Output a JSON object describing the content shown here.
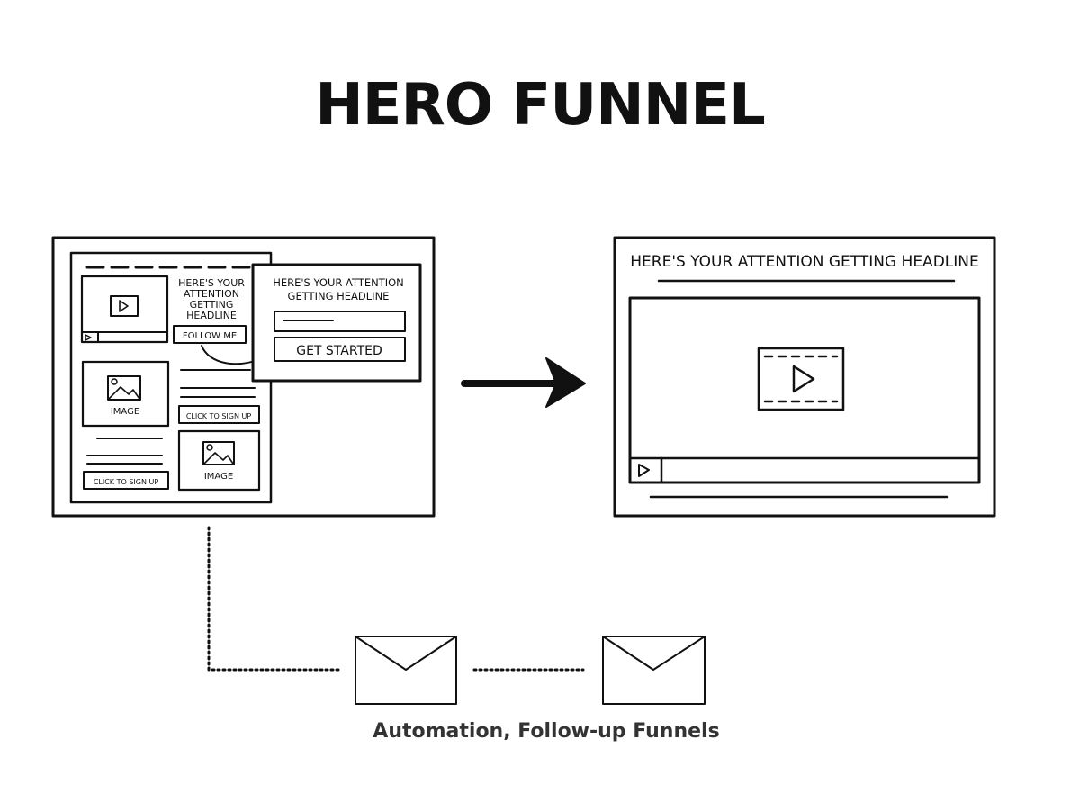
{
  "title": "HERO FUNNEL",
  "caption": "Automation, Follow-up Funnels",
  "source_page": {
    "headline_lines": [
      "HERE'S YOUR",
      "ATTENTION",
      "GETTING",
      "HEADLINE"
    ],
    "follow_button": "FOLLOW ME",
    "image_label_1": "IMAGE",
    "image_label_2": "IMAGE",
    "signup_button_1": "CLICK TO SIGN UP",
    "signup_button_2": "CLICK TO SIGN UP"
  },
  "popup": {
    "headline_lines": [
      "HERE'S YOUR ATTENTION",
      "GETTING HEADLINE"
    ],
    "cta_button": "GET STARTED"
  },
  "landing_page": {
    "headline": "HERE'S YOUR ATTENTION GETTING HEADLINE"
  },
  "icons": [
    "video-icon",
    "play-icon",
    "image-icon",
    "envelope-icon",
    "arrow-right-icon"
  ]
}
